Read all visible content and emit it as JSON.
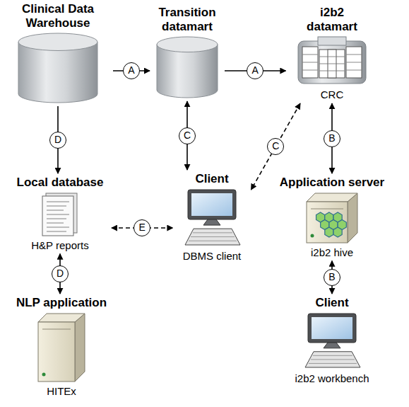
{
  "diagram": {
    "nodes": [
      {
        "text": [
          "Clinical Data Warehouse"
        ]
      },
      {
        "text": [
          "Transition datamart"
        ]
      },
      {
        "text": [
          "i2b2 datamart",
          "CRC"
        ]
      },
      {
        "text": [
          "Local database",
          "H&P reports"
        ]
      },
      {
        "text": [
          "Client",
          "DBMS client"
        ]
      },
      {
        "text": [
          "Application server",
          "i2b2 hive"
        ]
      },
      {
        "text": [
          "NLP application",
          "HITEx"
        ]
      },
      {
        "text": [
          "Client",
          "i2b2 workbench"
        ]
      }
    ],
    "edges": [
      {
        "from": 0,
        "to": 1,
        "label": "A",
        "arrow": "to"
      },
      {
        "from": 1,
        "to": 2,
        "label": "A",
        "arrow": "to"
      },
      {
        "from": 0,
        "to": 3,
        "label": "D",
        "arrow": "to"
      },
      {
        "from": 1,
        "to": 4,
        "label": "C",
        "arrow": "both"
      },
      {
        "from": 2,
        "to": 4,
        "label": "C",
        "arrow": "both"
      },
      {
        "from": 2,
        "to": 5,
        "label": "B",
        "arrow": "both"
      },
      {
        "from": 5,
        "to": 7,
        "label": "B",
        "arrow": "both"
      },
      {
        "from": 3,
        "to": 4,
        "label": "E",
        "arrow": "both"
      },
      {
        "from": 3,
        "to": 6,
        "label": "D",
        "arrow": "both"
      }
    ]
  }
}
